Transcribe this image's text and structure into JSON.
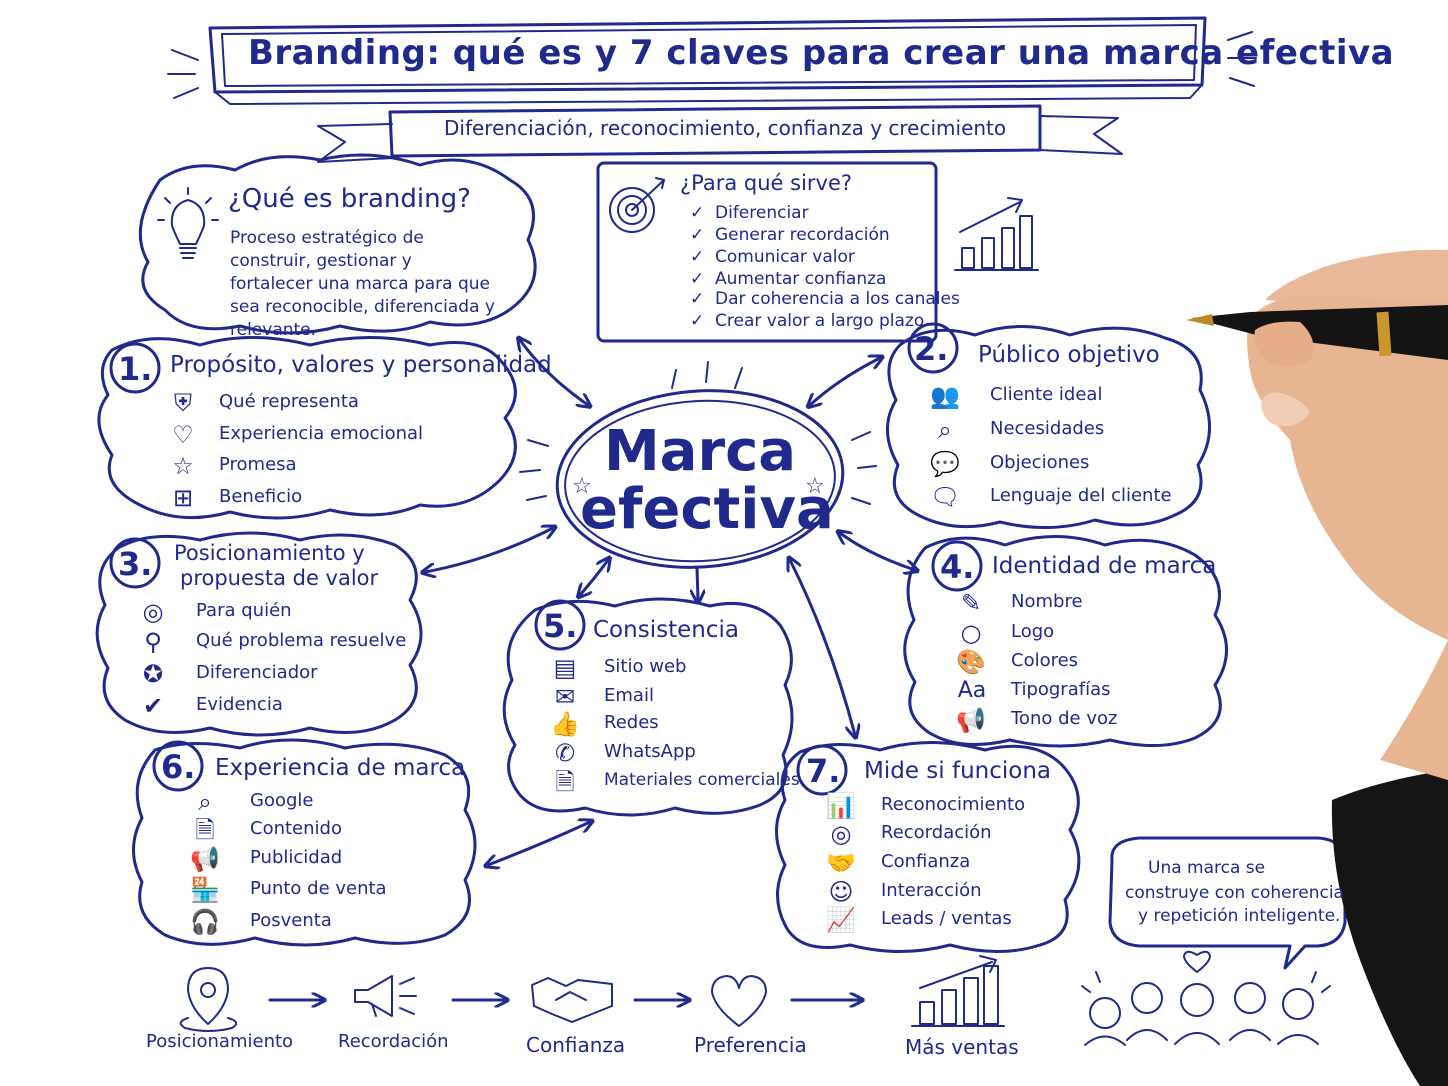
{
  "header": {
    "title": "Branding: qué es y 7 claves para crear una marca efectiva",
    "subtitle": "Diferenciación, reconocimiento, confianza y crecimiento"
  },
  "center": {
    "line1": "Marca",
    "line2": "efectiva"
  },
  "what_is": {
    "title": "¿Qué es branding?",
    "text": "Proceso estratégico de construir, gestionar y fortalecer una marca para que sea reconocible, diferenciada y relevante."
  },
  "purpose": {
    "title": "¿Para qué sirve?",
    "items": [
      "Diferenciar",
      "Generar recordación",
      "Comunicar valor",
      "Aumentar confianza",
      "Dar coherencia a los canales",
      "Crear valor a largo plazo"
    ]
  },
  "keys": [
    {
      "num": "1.",
      "title": "Propósito, valores y personalidad",
      "items": [
        "Qué representa",
        "Experiencia emocional",
        "Promesa",
        "Beneficio"
      ]
    },
    {
      "num": "2.",
      "title": "Público objetivo",
      "items": [
        "Cliente ideal",
        "Necesidades",
        "Objeciones",
        "Lenguaje del cliente"
      ]
    },
    {
      "num": "3.",
      "title_l1": "Posicionamiento y",
      "title_l2": "propuesta de valor",
      "items": [
        "Para quién",
        "Qué problema resuelve",
        "Diferenciador",
        "Evidencia"
      ]
    },
    {
      "num": "4.",
      "title": "Identidad de marca",
      "items": [
        "Nombre",
        "Logo",
        "Colores",
        "Tipografías",
        "Tono de voz"
      ]
    },
    {
      "num": "5.",
      "title": "Consistencia",
      "items": [
        "Sitio web",
        "Email",
        "Redes",
        "WhatsApp",
        "Materiales comerciales"
      ]
    },
    {
      "num": "6.",
      "title": "Experiencia de marca",
      "items": [
        "Google",
        "Contenido",
        "Publicidad",
        "Punto de venta",
        "Posventa"
      ]
    },
    {
      "num": "7.",
      "title": "Mide si funciona",
      "items": [
        "Reconocimiento",
        "Recordación",
        "Confianza",
        "Interacción",
        "Leads / ventas"
      ]
    }
  ],
  "speech": {
    "l1": "Una marca se",
    "l2": "construye con coherencia",
    "l3": "y repetición inteligente."
  },
  "flow": [
    "Posicionamiento",
    "Recordación",
    "Confianza",
    "Preferencia",
    "Más ventas"
  ],
  "icons": {
    "typography": "Aa",
    "check": "✓",
    "star": "☆",
    "heart": "♡"
  },
  "colors": {
    "ink": "#1f2a8c",
    "background": "#ffffff"
  }
}
